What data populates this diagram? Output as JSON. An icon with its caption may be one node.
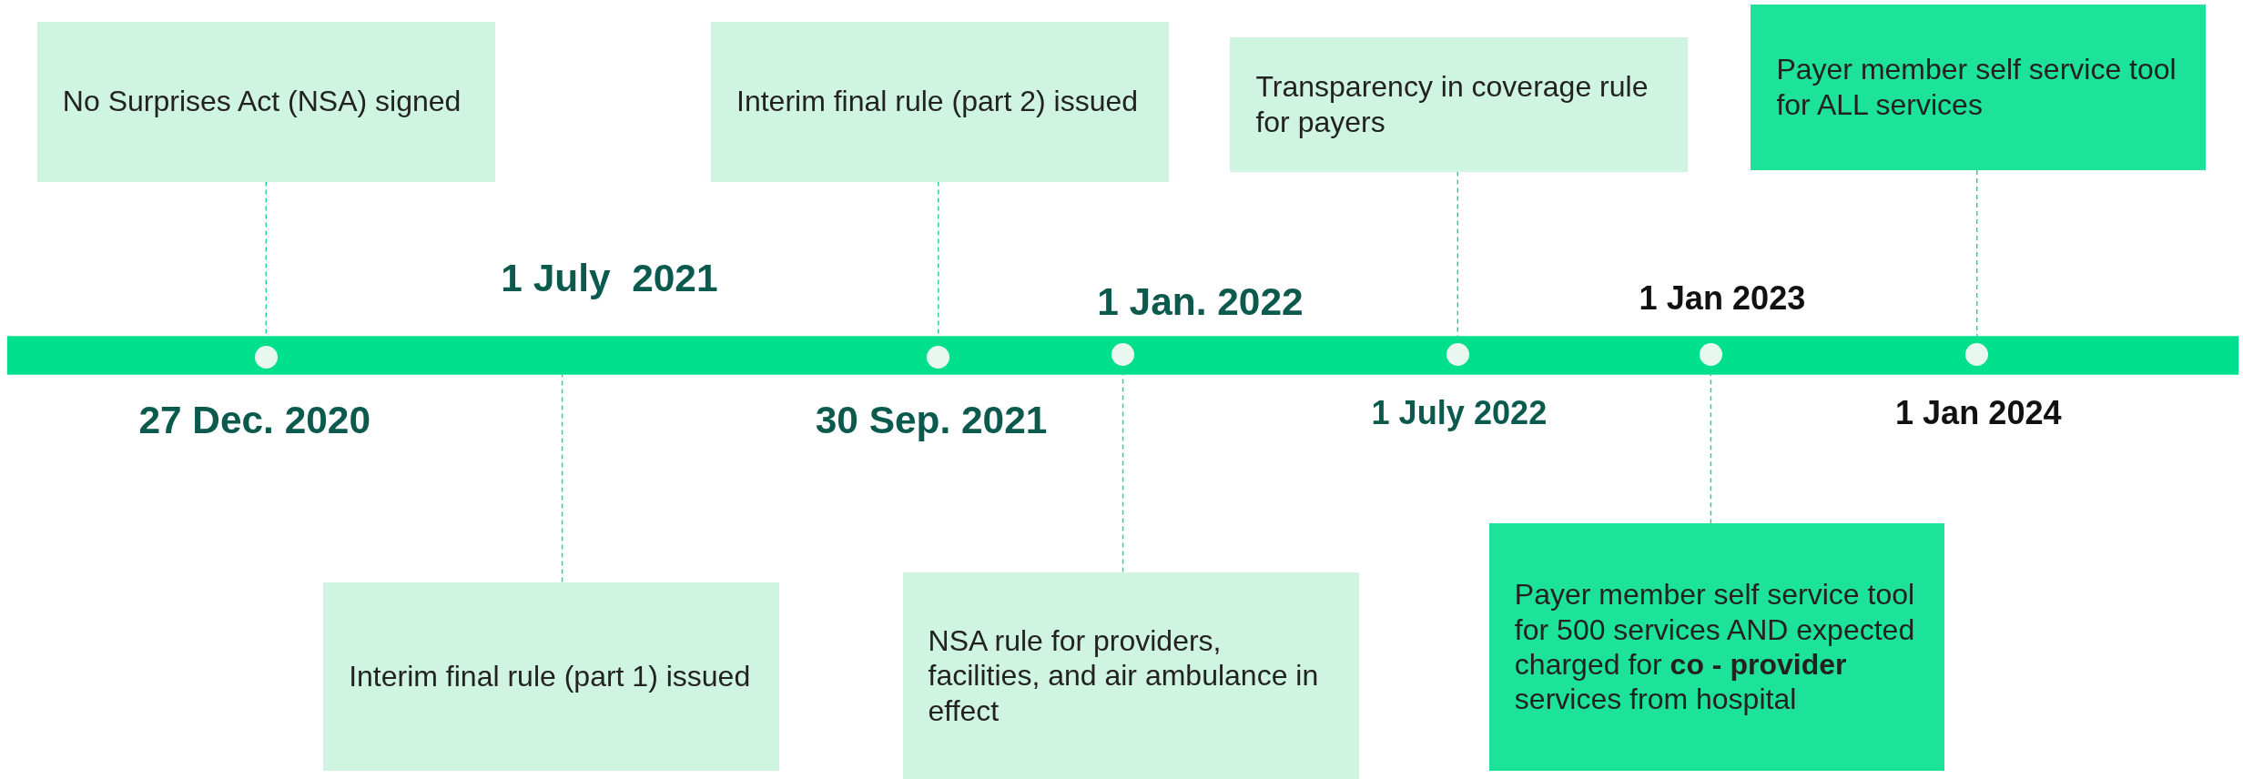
{
  "diagram": {
    "nodes": [
      {
        "text": [
          "No Surprises Act (NSA) signed"
        ]
      },
      {
        "text": [
          "Interim final rule (part 1) issued"
        ]
      },
      {
        "text": [
          "Interim final rule (part 2) issued"
        ]
      },
      {
        "text": [
          "NSA rule for providers, facilities, and air ambulance in effect"
        ]
      },
      {
        "text": [
          "Transparency in coverage rule for payers"
        ]
      },
      {
        "text": [
          "Payer member self service tool for 500 services AND expected charged for  **co - provider** services from hospital"
        ]
      },
      {
        "text": [
          "Payer member self service tool for ALL services"
        ]
      },
      {
        "text": [],
        "shape": "circle"
      },
      {
        "text": [],
        "shape": "circle"
      },
      {
        "text": [],
        "shape": "circle"
      },
      {
        "text": [],
        "shape": "circle"
      },
      {
        "text": [],
        "shape": "circle"
      },
      {
        "text": [],
        "shape": "circle"
      }
    ],
    "edges": [
      {
        "from": 0,
        "to": 7,
        "arrow": "none"
      },
      {
        "from": 1,
        "to": null,
        "arrow": "none"
      },
      {
        "from": 2,
        "to": 8,
        "arrow": "none"
      },
      {
        "from": 3,
        "to": 9,
        "arrow": "none"
      },
      {
        "from": 4,
        "to": 10,
        "arrow": "none"
      },
      {
        "from": 5,
        "to": 11,
        "arrow": "none"
      },
      {
        "from": 6,
        "to": 12,
        "arrow": "none"
      }
    ],
    "labels": [
      "27 Dec. 2020",
      "1 July  2021",
      "30 Sep. 2021",
      "1 Jan. 2022",
      "1 July 2022",
      "1 Jan 2023",
      "1 Jan 2024"
    ]
  }
}
